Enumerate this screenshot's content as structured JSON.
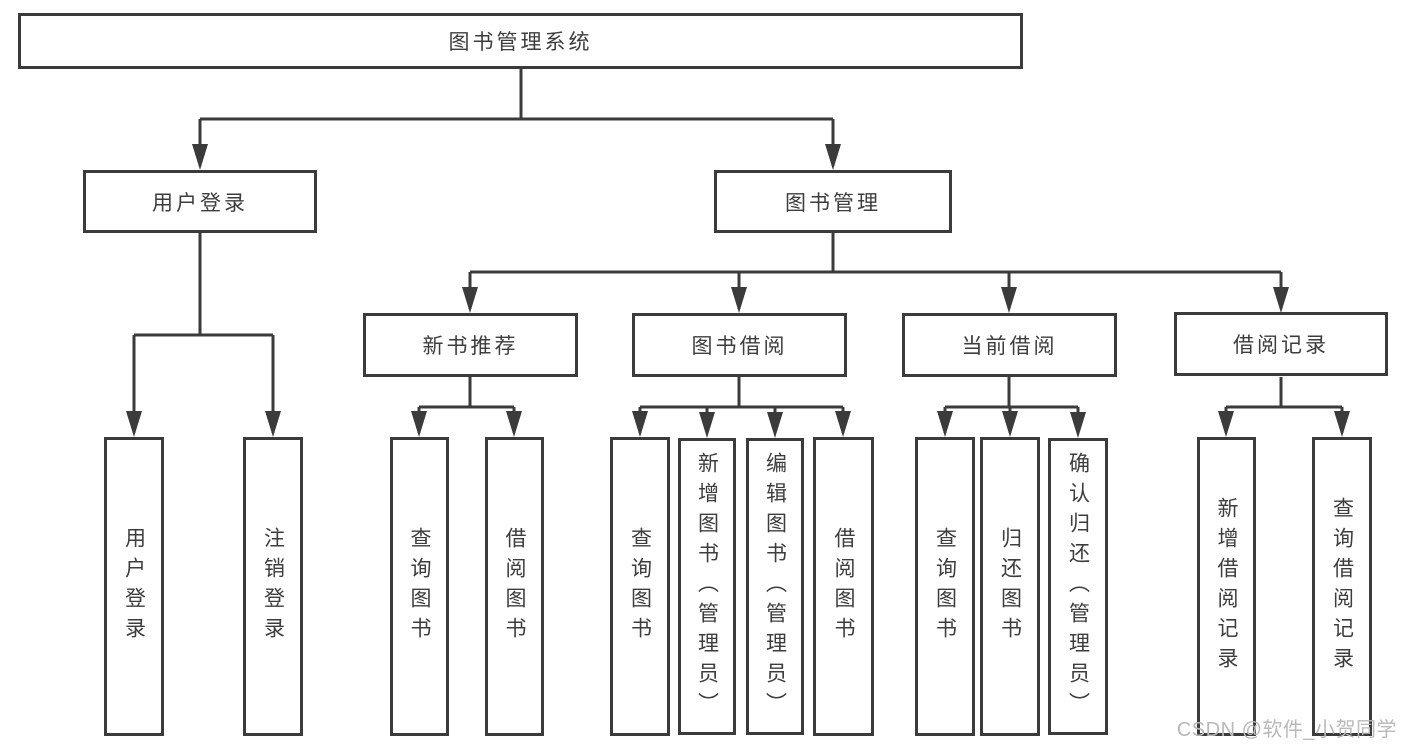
{
  "root": {
    "label": "图书管理系统"
  },
  "tree": {
    "user_login": {
      "label": "用户登录",
      "leaves": [
        {
          "label": "用户登录"
        },
        {
          "label": "注销登录"
        }
      ]
    },
    "book_mgmt": {
      "label": "图书管理",
      "groups": [
        {
          "label": "新书推荐",
          "leaves": [
            {
              "label": "查询图书"
            },
            {
              "label": "借阅图书"
            }
          ]
        },
        {
          "label": "图书借阅",
          "leaves": [
            {
              "label": "查询图书"
            },
            {
              "label": "新增图书（管理员）"
            },
            {
              "label": "编辑图书（管理员）"
            },
            {
              "label": "借阅图书"
            }
          ]
        },
        {
          "label": "当前借阅",
          "leaves": [
            {
              "label": "查询图书"
            },
            {
              "label": "归还图书"
            },
            {
              "label": "确认归还（管理员）"
            }
          ]
        },
        {
          "label": "借阅记录",
          "leaves": [
            {
              "label": "新增借阅记录"
            },
            {
              "label": "查询借阅记录"
            }
          ]
        }
      ]
    }
  },
  "watermark": {
    "text": "CSDN @软件_小贺同学"
  },
  "colors": {
    "line": "#3b3b3b",
    "text": "#3d3d3d",
    "watermark": "#b9b9b9",
    "background": "#ffffff"
  }
}
